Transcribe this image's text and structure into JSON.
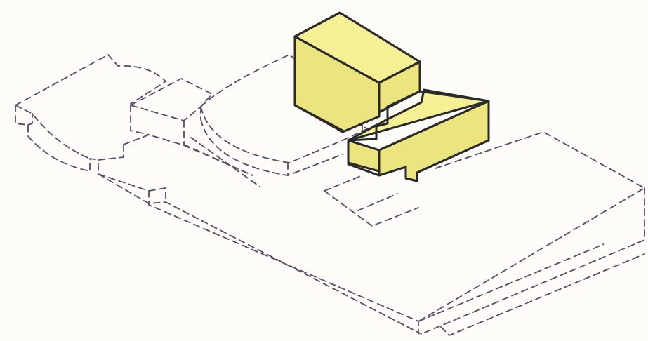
{
  "diagram": {
    "style": "isometric massing sketch",
    "colors": {
      "paper": "#fdfcf9",
      "existing_outline": "#5a4a66",
      "new_fill": "#f6f095",
      "new_shade": "#ece47e",
      "new_outline": "#2a2a2a"
    },
    "existing_masses": [
      {
        "name": "existing-west-rounded-wing"
      },
      {
        "name": "existing-center-block"
      },
      {
        "name": "existing-curved-hall"
      },
      {
        "name": "existing-long-podium"
      },
      {
        "name": "existing-east-terrace"
      }
    ],
    "new_masses": [
      {
        "name": "new-north-block"
      },
      {
        "name": "new-south-block"
      }
    ]
  }
}
